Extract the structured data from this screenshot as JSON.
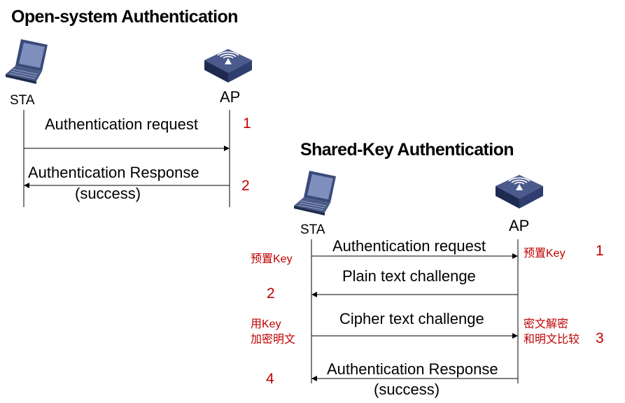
{
  "open": {
    "title": "Open-system Authentication",
    "sta_label": "STA",
    "ap_label": "AP",
    "msg1": "Authentication request",
    "msg2_line1": "Authentication Response",
    "msg2_line2": "(success)",
    "step1": "1",
    "step2": "2"
  },
  "shared": {
    "title": "Shared-Key Authentication",
    "sta_label": "STA",
    "ap_label": "AP",
    "msg1": "Authentication request",
    "msg2": "Plain text challenge",
    "msg3": "Cipher text challenge",
    "msg4_line1": "Authentication Response",
    "msg4_line2": "(success)",
    "step1": "1",
    "step2": "2",
    "step3": "3",
    "step4": "4",
    "sta_note_preset": "预置Key",
    "ap_note_preset": "预置Key",
    "sta_note_encrypt_line1": "用Key",
    "sta_note_encrypt_line2": "加密明文",
    "ap_note_decrypt_line1": "密文解密",
    "ap_note_decrypt_line2": "和明文比较"
  },
  "colors": {
    "annotation": "#c00000",
    "laptop": "#2f3f6b",
    "ap_device": "#2b3a66"
  }
}
